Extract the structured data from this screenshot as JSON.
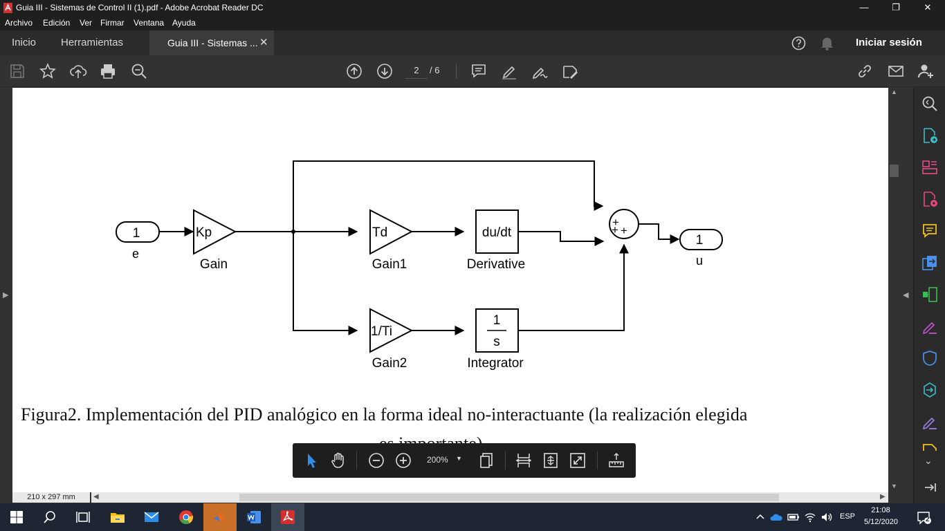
{
  "window": {
    "title": "Guia III - Sistemas de Control II (1).pdf - Adobe Acrobat Reader DC",
    "minimize": "—",
    "restore": "❐",
    "close": "✕"
  },
  "menu": [
    "Archivo",
    "Edición",
    "Ver",
    "Firmar",
    "Ventana",
    "Ayuda"
  ],
  "tabs": {
    "home": "Inicio",
    "tools": "Herramientas",
    "document": "Guia III - Sistemas ...",
    "close": "✕",
    "sign_in": "Iniciar sesión"
  },
  "toolbar": {
    "current_page": "2",
    "page_count": "/ 6"
  },
  "diagram": {
    "in_port_number": "1",
    "in_port_label": "e",
    "gain_text": "Kp",
    "gain_label": "Gain",
    "gain1_text": "Td",
    "gain1_label": "Gain1",
    "gain2_text": "1/Ti",
    "gain2_label": "Gain2",
    "derivative_text": "du/dt",
    "derivative_label": "Derivative",
    "integrator_num": "1",
    "integrator_den": "s",
    "integrator_label": "Integrator",
    "sum_signs": "+",
    "out_port_number": "1",
    "out_port_label": "u"
  },
  "caption": {
    "line1": "Figura2. Implementación del PID analógico en la forma ideal no-interactuante (la realización elegida",
    "line2": "es importante)"
  },
  "zoom": {
    "value": "200%"
  },
  "status": {
    "page_size": "210 x 297 mm"
  },
  "taskbar": {
    "language": "ESP",
    "time": "21:08",
    "date": "5/12/2020",
    "notifications": "2"
  },
  "colors": {
    "acrobat_red": "#d32f2f",
    "accent_blue": "#2d8ce6",
    "right_tools": [
      "#3ac0c8",
      "#4aa3e8",
      "#e94a8c",
      "#e6477a",
      "#f2c11b",
      "#4a8fe8",
      "#3dbb55",
      "#c64fd4",
      "#4a8fe8",
      "#3ac0c8",
      "#9a7fe6",
      "#f2c11b"
    ]
  }
}
